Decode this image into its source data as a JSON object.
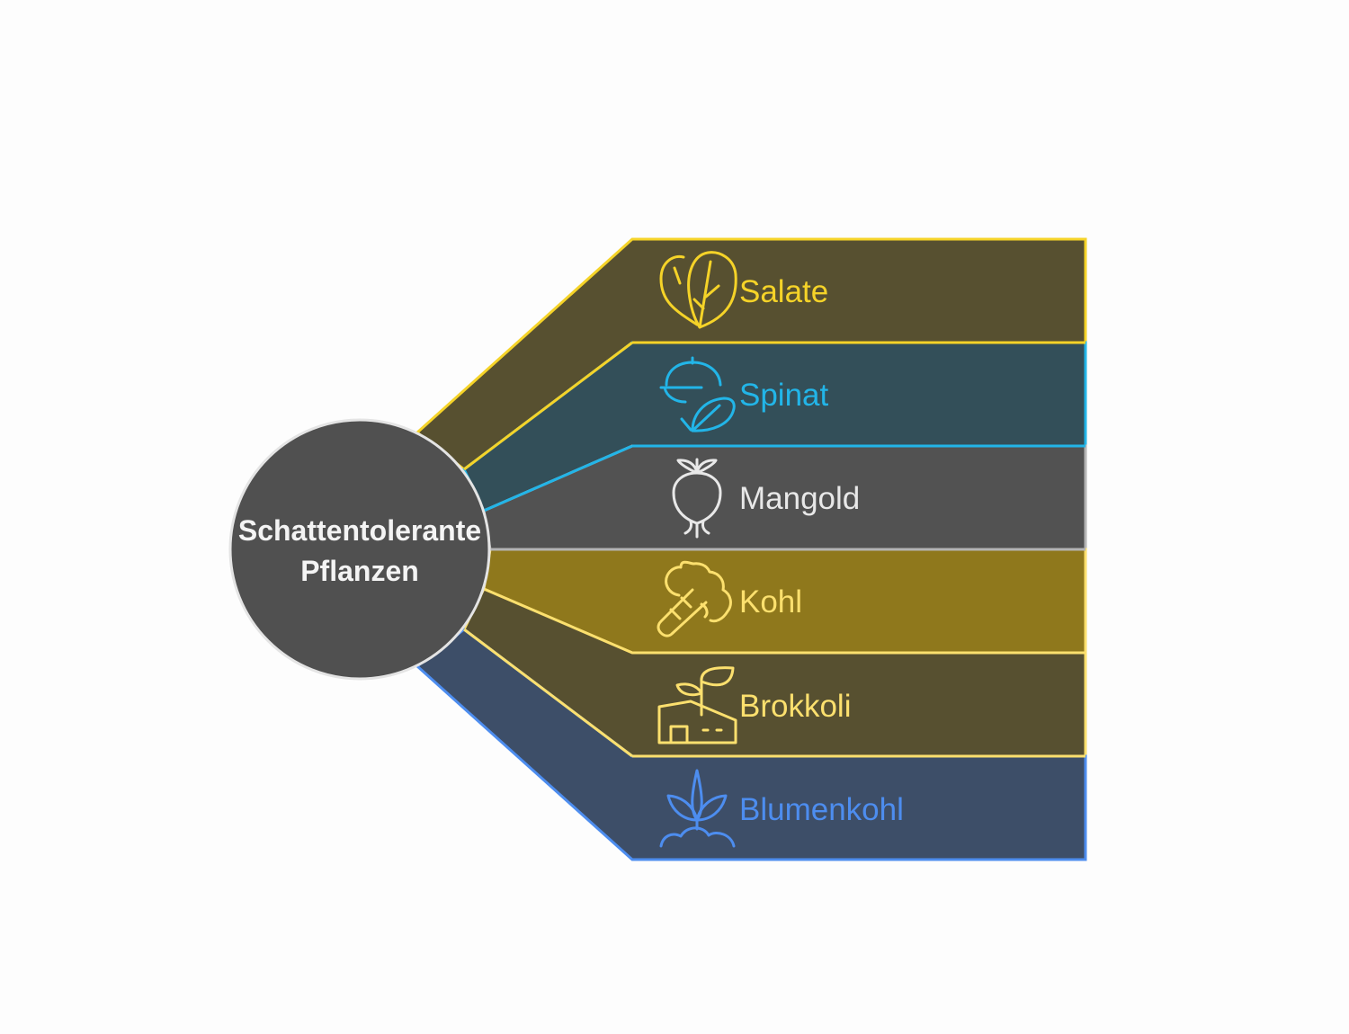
{
  "hub": {
    "line1": "Schattentolerante",
    "line2": "Pflanzen",
    "fill": "#505050",
    "stroke": "#e4e4e4"
  },
  "branches": [
    {
      "label": "Salate",
      "icon": "lettuce-icon",
      "color": "#f5d328",
      "fill": "#575030"
    },
    {
      "label": "Spinat",
      "icon": "spinach-icon",
      "color": "#22b5e8",
      "fill": "#334f59"
    },
    {
      "label": "Mangold",
      "icon": "beet-icon",
      "color": "#e8e8e8",
      "fill": "#525252"
    },
    {
      "label": "Kohl",
      "icon": "broccoli-icon",
      "color": "#fce06e",
      "fill": "#8f781c"
    },
    {
      "label": "Brokkoli",
      "icon": "sprout-house-icon",
      "color": "#fce06e",
      "fill": "#575030"
    },
    {
      "label": "Blumenkohl",
      "icon": "plant-icon",
      "color": "#4d8def",
      "fill": "#3d4e68"
    }
  ]
}
